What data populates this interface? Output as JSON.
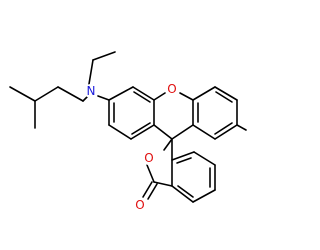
{
  "colors": {
    "bond": "#000000",
    "nitrogen": "#1a1adc",
    "oxygen": "#e01010"
  },
  "atoms": {
    "nitrogen": "N",
    "ring_oxygen": "O",
    "lactone_oxygen": "O",
    "carbonyl_oxygen": "O"
  }
}
